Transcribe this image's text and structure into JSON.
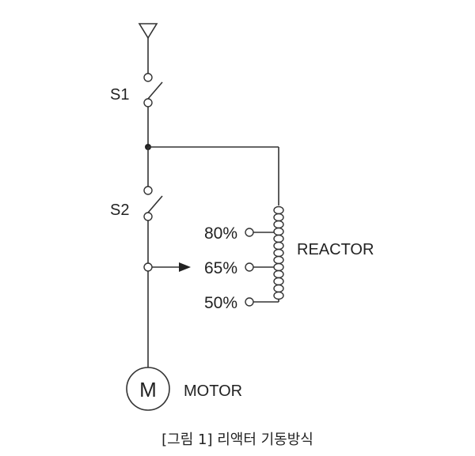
{
  "diagram": {
    "switch_1": "S1",
    "switch_2": "S2",
    "tap_high": "80%",
    "tap_mid": "65%",
    "tap_low": "50%",
    "reactor_label": "REACTOR",
    "motor_symbol": "M",
    "motor_label": "MOTOR"
  },
  "caption": "[그림 1] 리액터 기동방식",
  "icons": {
    "supply": "antenna-triangle-icon",
    "motor": "motor-circle-icon",
    "arrow": "arrow-right-icon"
  },
  "colors": {
    "line": "#333333",
    "text": "#222222",
    "background": "#ffffff"
  }
}
